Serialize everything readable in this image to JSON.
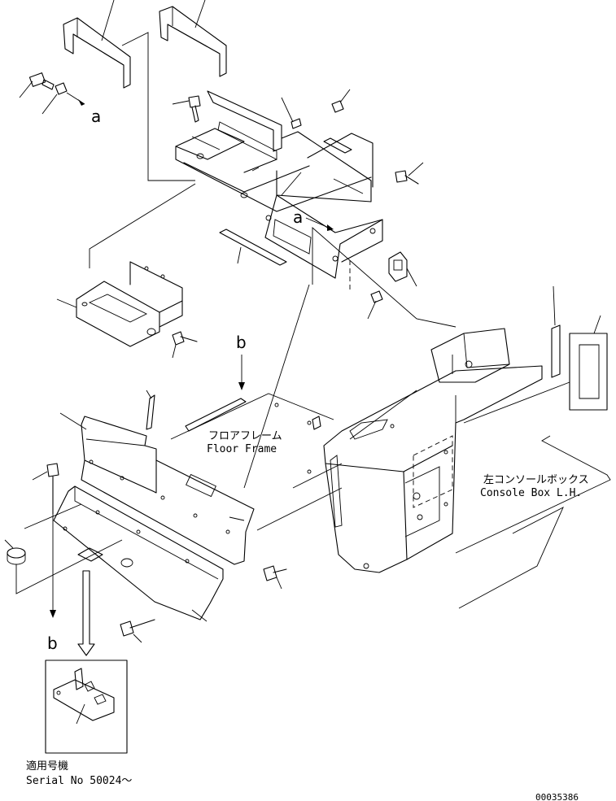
{
  "labels": {
    "floor_frame_jp": "フロアフレーム",
    "floor_frame_en": "Floor Frame",
    "console_box_jp": "左コンソールボックス",
    "console_box_en": "Console Box L.H.",
    "serial_jp": "適用号機",
    "serial_en": "Serial No 50024～",
    "drawing_number": "00035386"
  },
  "view_markers": {
    "a_top": "a",
    "a_mid": "a",
    "b_top": "b",
    "b_bottom": "b"
  }
}
